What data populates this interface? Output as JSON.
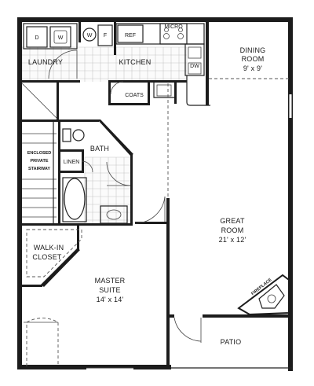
{
  "rooms": {
    "laundry": "LAUNDRY",
    "kitchen": "KITCHEN",
    "dining_name_1": "DINING",
    "dining_name_2": "ROOM",
    "dining_dim": "9' x 9'",
    "great_name_1": "GREAT",
    "great_name_2": "ROOM",
    "great_dim": "21' x 12'",
    "master_name_1": "MASTER",
    "master_name_2": "SUITE",
    "master_dim": "14' x 14'",
    "bath": "BATH",
    "linen": "LINEN",
    "coats": "COATS",
    "walkin_1": "WALK-IN",
    "walkin_2": "CLOSET",
    "patio": "PATIO",
    "fireplace": "FIREPLACE",
    "stair_1": "ENCLOSED",
    "stair_2": "PRIVATE",
    "stair_3": "STAIRWAY"
  },
  "appliances": {
    "dryer": "D",
    "washer": "W",
    "water_heater": "W",
    "furnace": "F",
    "refrigerator": "REF",
    "microwave": "MICRO",
    "dishwasher": "DW"
  }
}
